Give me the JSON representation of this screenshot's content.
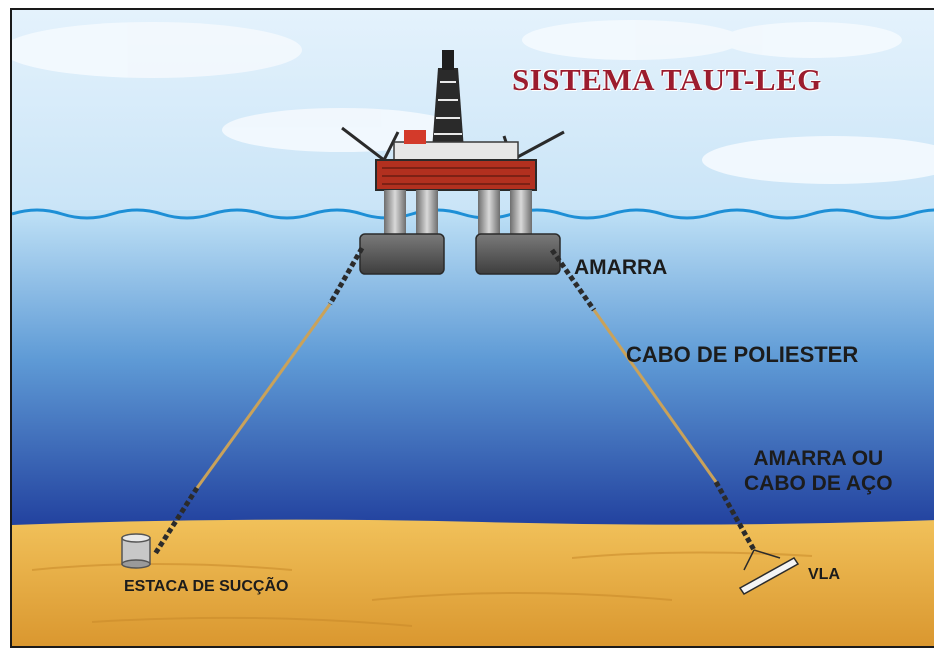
{
  "title": "SISTEMA TAUT-LEG",
  "labels": {
    "amarra": "AMARRA",
    "cabo_poliester": "CABO DE  POLIESTER",
    "amarra_ou_line1": "AMARRA OU",
    "amarra_ou_line2": "CABO DE AÇO",
    "estaca": "ESTACA DE SUCÇÃO",
    "vla": "VLA"
  },
  "colors": {
    "title": "#9b1c2e",
    "sky": "#d7ecfa",
    "sea_top": "#b9ddf4",
    "sea_bottom": "#1f3f9e",
    "seabed": "#e8b04a",
    "rope": "#c9a25a",
    "chain": "#2b2b2b",
    "platform_deck": "#b2301f",
    "pontoon": "#5a5a5a"
  }
}
